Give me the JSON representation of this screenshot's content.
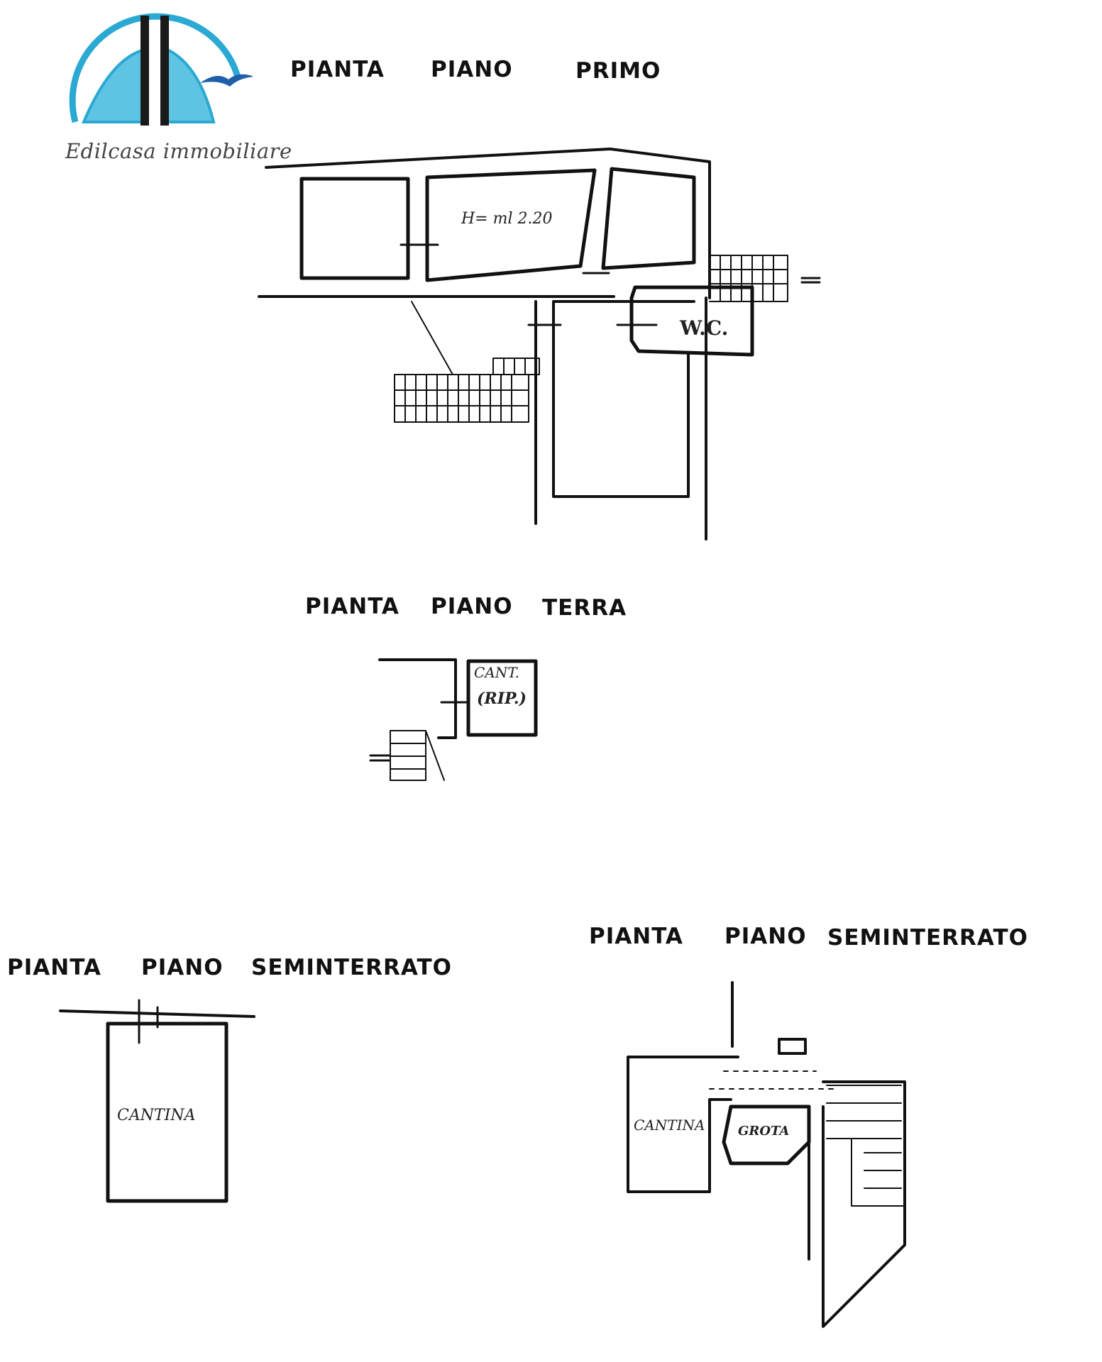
{
  "logo": {
    "brand_text": "Edilcasa immobiliare",
    "colors": {
      "arc": "#2aa9d3",
      "fill": "#5fc4e4",
      "posts": "#1a1a1a",
      "bird": "#1f5fa8"
    }
  },
  "plans": [
    {
      "title_words": [
        "PIANTA",
        "PIANO",
        "PRIMO"
      ],
      "labels": {
        "height": "H= ml 2.20",
        "wc": "W.C."
      }
    },
    {
      "title_words": [
        "PIANTA",
        "PIANO",
        "TERRA"
      ],
      "labels": {
        "cant": "CANT.",
        "rip": "(RIP.)"
      }
    },
    {
      "title_words": [
        "PIANTA",
        "PIANO",
        "SEMINTERRATO"
      ],
      "labels": {
        "cantina": "CANTINA"
      }
    },
    {
      "title_words": [
        "PIANTA",
        "PIANO",
        "SEMINTERRATO"
      ],
      "labels": {
        "cantina": "CANTINA",
        "grotta": "GROTA"
      }
    }
  ]
}
